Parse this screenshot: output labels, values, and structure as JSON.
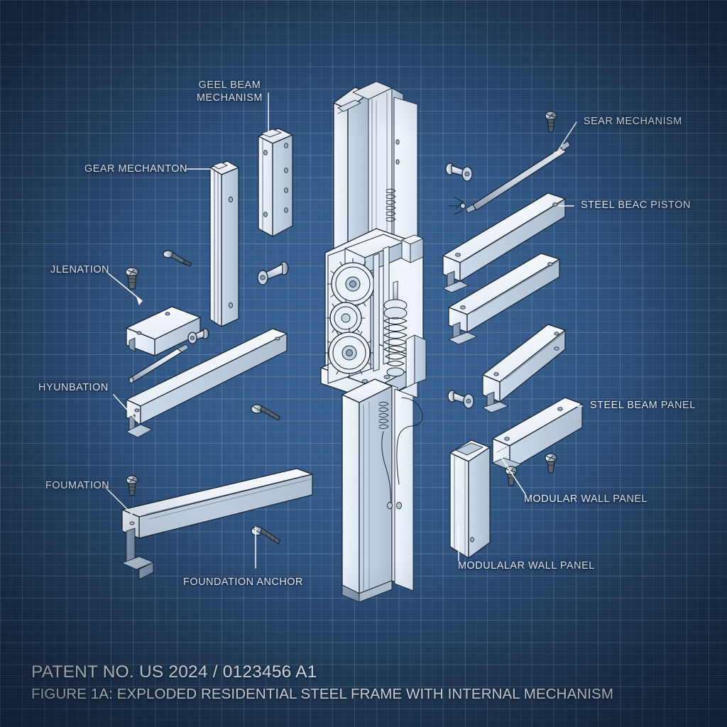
{
  "document": {
    "kind": "patent-blueprint-figure",
    "patent_number_line": "PATENT NO. US 2024 / 0123456 A1",
    "figure_caption": "FIGURE 1A: EXPLODED RESIDENTIAL STEEL FRAME WITH INTERNAL MECHANISM"
  },
  "colors": {
    "background_center": "#3a6293",
    "background_edge": "#1d3550",
    "grid_line": "#c6dcf5",
    "part_fill": "#eef4fb",
    "part_fill_shade": "#c9d8e8",
    "part_outline": "#14202e",
    "label_text": "#f2f7fd",
    "leader_line": "#ffffff"
  },
  "labels": [
    {
      "id": "geel-beam-mechanism",
      "line1": "GEEL BEAM",
      "line2": "MECHANISM"
    },
    {
      "id": "gear-mechanton",
      "text": "GEAR MECHANTON"
    },
    {
      "id": "jlenation",
      "text": "JLENATION"
    },
    {
      "id": "hyunbation",
      "text": "HYUNBATION"
    },
    {
      "id": "foumation",
      "text": "FOUMATION"
    },
    {
      "id": "foundation-anchor",
      "text": "FOUNDATION ANCHOR"
    },
    {
      "id": "sear-mechanism",
      "text": "SEAR MECHANISM"
    },
    {
      "id": "steel-beac-piston",
      "text": "STEEL BEAC PISTON"
    },
    {
      "id": "steel-beam-panel",
      "text": "STEEL BEAM PANEL"
    },
    {
      "id": "modular-wall-panel",
      "text": "MODULAR WALL PANEL"
    },
    {
      "id": "modulalar-wall-panel",
      "text": "MODULALAR WALL PANEL"
    }
  ],
  "parts": {
    "center_column": "exploded steel column with internal gear and spring mechanism",
    "left_channels": "two vertical C-section channel beams with bolt holes",
    "left_brackets": "channel bracket plate and pin rod",
    "left_ibeams": "two long I-beams",
    "right_beams": "three stacked flanged steel beams",
    "right_rod": "long diagonal piston rod",
    "bottom_tube": "hollow square section tube",
    "fasteners": "assorted hex bolts, pan-head screws, pins and washers"
  }
}
